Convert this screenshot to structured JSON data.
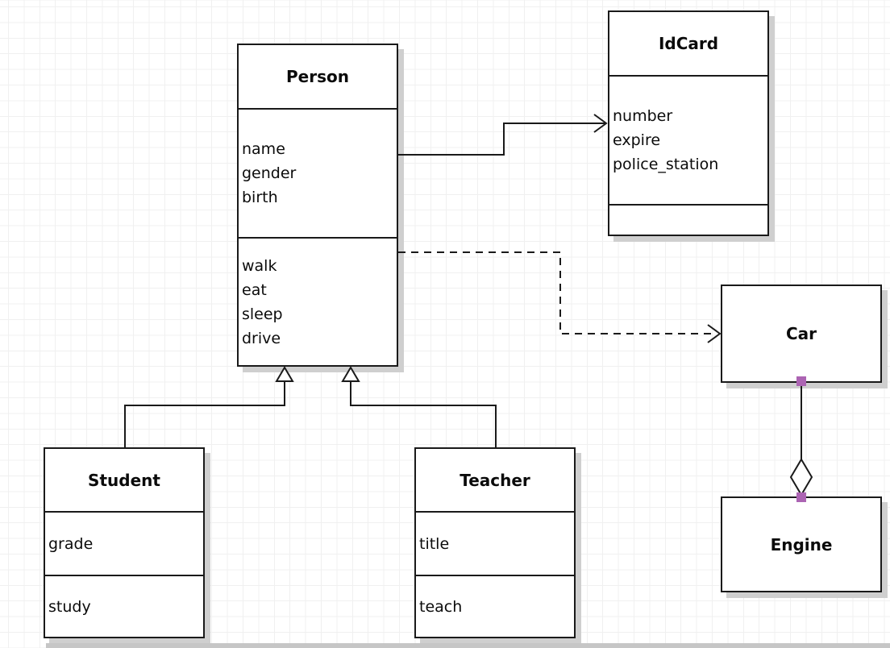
{
  "canvas": {
    "background": "#ffffff",
    "grid_line": "#f0f0f0",
    "border_color": "#1a1a1a",
    "shadow_color": "#cfcfcf",
    "handle_color": "#ac64b3"
  },
  "classes": {
    "person": {
      "name": "Person",
      "attributes": [
        "name",
        "gender",
        "birth"
      ],
      "methods": [
        "walk",
        "eat",
        "sleep",
        "drive"
      ]
    },
    "idcard": {
      "name": "IdCard",
      "attributes": [
        "number",
        "expire",
        "police_station"
      ],
      "methods": []
    },
    "car": {
      "name": "Car",
      "attributes": [],
      "methods": []
    },
    "engine": {
      "name": "Engine",
      "attributes": [],
      "methods": []
    },
    "student": {
      "name": "Student",
      "attributes": [
        "grade"
      ],
      "methods": [
        "study"
      ]
    },
    "teacher": {
      "name": "Teacher",
      "attributes": [
        "title"
      ],
      "methods": [
        "teach"
      ]
    }
  },
  "relationships": [
    {
      "type": "association",
      "from": "Person",
      "to": "IdCard",
      "line": "solid",
      "arrow": "open-arrow"
    },
    {
      "type": "dependency",
      "from": "Person",
      "to": "Car",
      "line": "dashed",
      "arrow": "open-arrow"
    },
    {
      "type": "generalization",
      "from": "Student",
      "to": "Person",
      "line": "solid",
      "arrow": "hollow-triangle"
    },
    {
      "type": "generalization",
      "from": "Teacher",
      "to": "Person",
      "line": "solid",
      "arrow": "hollow-triangle"
    },
    {
      "type": "aggregation",
      "from": "Car",
      "to": "Engine",
      "line": "solid",
      "arrow": "hollow-diamond"
    }
  ]
}
